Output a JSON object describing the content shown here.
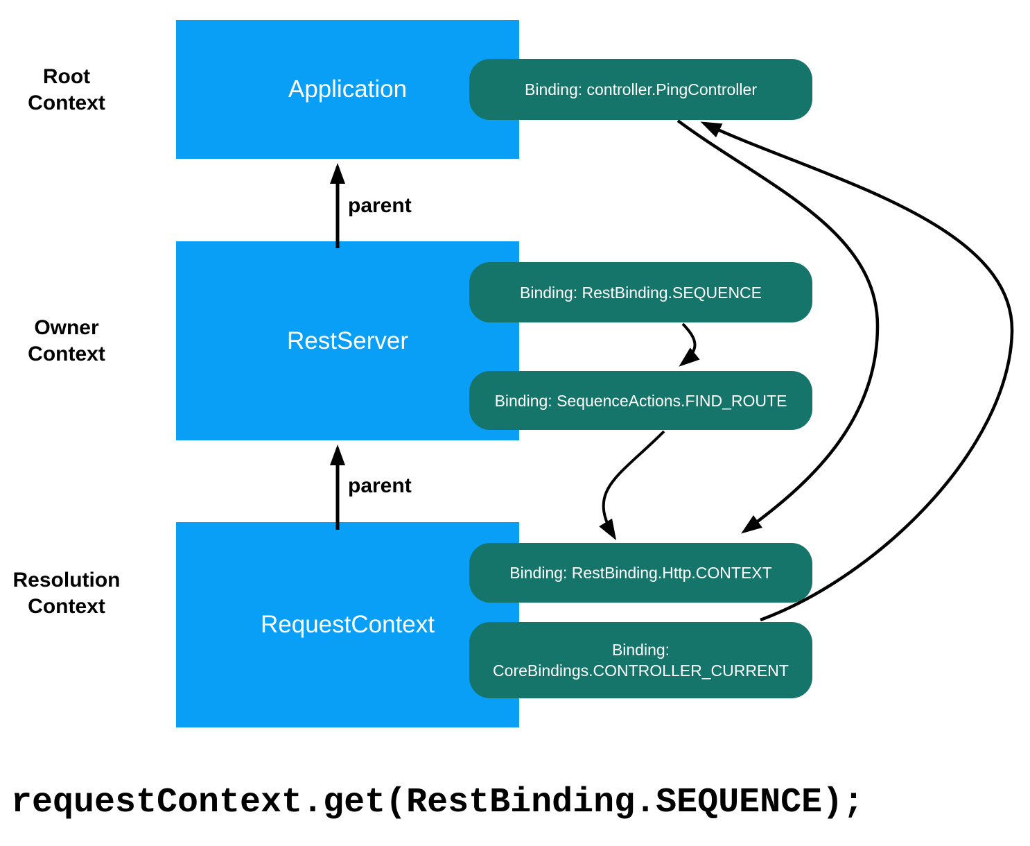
{
  "colors": {
    "box_blue": "#0A9FF7",
    "pill_teal": "#15756B",
    "arrow_black": "#000000",
    "text_white": "#ffffff",
    "text_black": "#000000"
  },
  "context_labels": {
    "root": {
      "line1": "Root",
      "line2": "Context"
    },
    "owner": {
      "line1": "Owner",
      "line2": "Context"
    },
    "resolution": {
      "line1": "Resolution",
      "line2": "Context"
    }
  },
  "boxes": [
    {
      "id": "application",
      "label": "Application"
    },
    {
      "id": "restserver",
      "label": "RestServer"
    },
    {
      "id": "requestcontext",
      "label": "RequestContext"
    }
  ],
  "parent_edge_label": "parent",
  "bindings": [
    {
      "id": "ping-controller",
      "text": "Binding: controller.PingController"
    },
    {
      "id": "rest-sequence",
      "text": "Binding: RestBinding.SEQUENCE"
    },
    {
      "id": "find-route",
      "text": "Binding: SequenceActions.FIND_ROUTE"
    },
    {
      "id": "http-context",
      "text": "Binding: RestBinding.Http.CONTEXT"
    },
    {
      "id": "controller-current",
      "text_line1": "Binding:",
      "text_line2": "CoreBindings.CONTROLLER_CURRENT"
    }
  ],
  "edges": [
    {
      "from": "RestServer",
      "to": "Application",
      "label": "parent"
    },
    {
      "from": "RequestContext",
      "to": "RestServer",
      "label": "parent"
    },
    {
      "from": "Binding: RestBinding.SEQUENCE",
      "to": "Binding: SequenceActions.FIND_ROUTE",
      "label": ""
    },
    {
      "from": "Binding: SequenceActions.FIND_ROUTE",
      "to": "Binding: RestBinding.Http.CONTEXT",
      "label": ""
    },
    {
      "from": "Binding: controller.PingController",
      "to": "Binding: RestBinding.Http.CONTEXT",
      "label": ""
    },
    {
      "from": "Binding: CoreBindings.CONTROLLER_CURRENT",
      "to": "Binding: controller.PingController",
      "label": ""
    }
  ],
  "code_line": "requestContext.get(RestBinding.SEQUENCE);"
}
